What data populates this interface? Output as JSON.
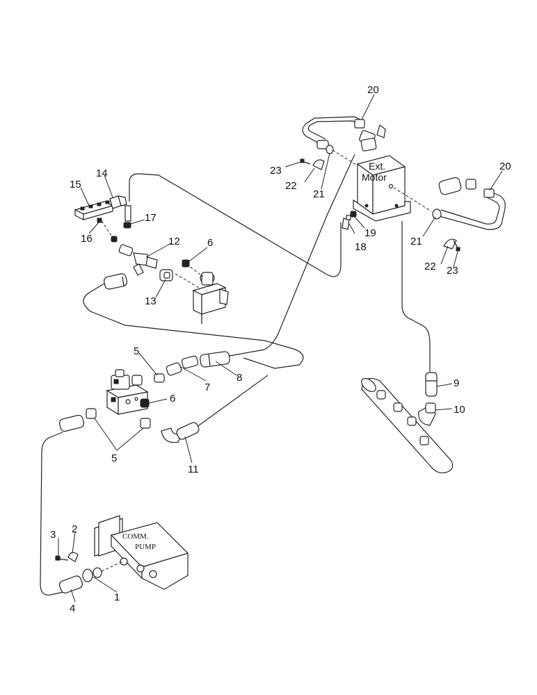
{
  "components": {
    "ext_motor": [
      "Ext.",
      "Motor"
    ],
    "comm_pump": [
      "COMM.",
      "PUMP"
    ]
  },
  "callouts": [
    {
      "id": "c1",
      "text": "1"
    },
    {
      "id": "c2",
      "text": "2"
    },
    {
      "id": "c3",
      "text": "3"
    },
    {
      "id": "c4",
      "text": "4"
    },
    {
      "id": "c5a",
      "text": "5"
    },
    {
      "id": "c5b",
      "text": "5"
    },
    {
      "id": "c6a",
      "text": "6"
    },
    {
      "id": "c6b",
      "text": "6"
    },
    {
      "id": "c7",
      "text": "7"
    },
    {
      "id": "c8",
      "text": "8"
    },
    {
      "id": "c9",
      "text": "9"
    },
    {
      "id": "c10",
      "text": "10"
    },
    {
      "id": "c11",
      "text": "11"
    },
    {
      "id": "c12",
      "text": "12"
    },
    {
      "id": "c13",
      "text": "13"
    },
    {
      "id": "c14",
      "text": "14"
    },
    {
      "id": "c15",
      "text": "15"
    },
    {
      "id": "c16",
      "text": "16"
    },
    {
      "id": "c17",
      "text": "17"
    },
    {
      "id": "c18",
      "text": "18"
    },
    {
      "id": "c19",
      "text": "19"
    },
    {
      "id": "c20a",
      "text": "20"
    },
    {
      "id": "c20b",
      "text": "20"
    },
    {
      "id": "c21a",
      "text": "21"
    },
    {
      "id": "c21b",
      "text": "21"
    },
    {
      "id": "c22a",
      "text": "22"
    },
    {
      "id": "c22b",
      "text": "22"
    },
    {
      "id": "c23a",
      "text": "23"
    },
    {
      "id": "c23b",
      "text": "23"
    }
  ]
}
